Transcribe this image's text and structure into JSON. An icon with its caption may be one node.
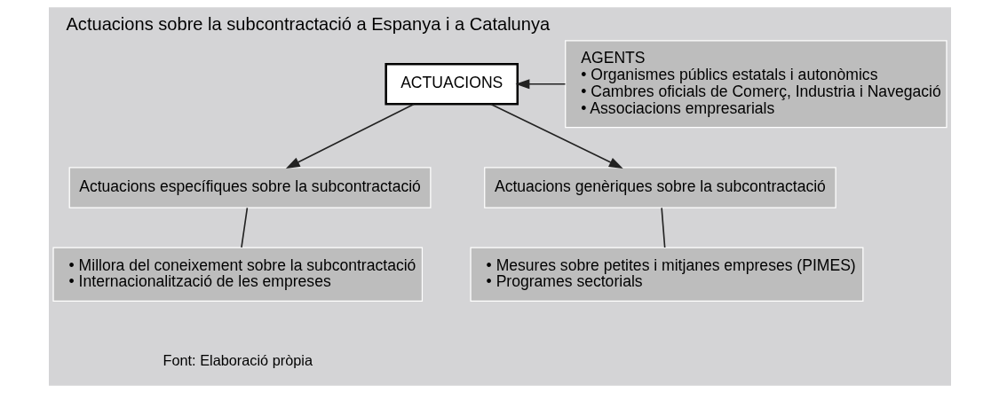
{
  "diagram": {
    "title": "Actuacions sobre la subcontractació a Espanya i a Catalunya",
    "caption": "Font: Elaboració pròpia",
    "nodes": [
      {
        "text": [
          "ACTUACIONS"
        ]
      },
      {
        "text": [
          "AGENTS",
          "• Organismes públics estatals i autonòmics",
          "• Cambres oficials de Comerç, Industria i Navegació",
          "• Associacions empresarials"
        ]
      },
      {
        "text": [
          "Actuacions específiques sobre la subcontractació"
        ]
      },
      {
        "text": [
          "Actuacions genèriques sobre la subcontractació"
        ]
      },
      {
        "text": [
          "• Millora del coneixement sobre la subcontractació",
          "• Internacionalització de les empreses"
        ]
      },
      {
        "text": [
          "• Mesures sobre petites i mitjanes empreses (PIMES)",
          "• Programes sectorials"
        ]
      }
    ],
    "edges": [
      {
        "from": 1,
        "to": 0,
        "arrow": "to"
      },
      {
        "from": 0,
        "to": 2,
        "arrow": "to"
      },
      {
        "from": 0,
        "to": 3,
        "arrow": "to"
      },
      {
        "from": 2,
        "to": 4,
        "arrow": "none"
      },
      {
        "from": 3,
        "to": 5,
        "arrow": "none"
      }
    ]
  }
}
